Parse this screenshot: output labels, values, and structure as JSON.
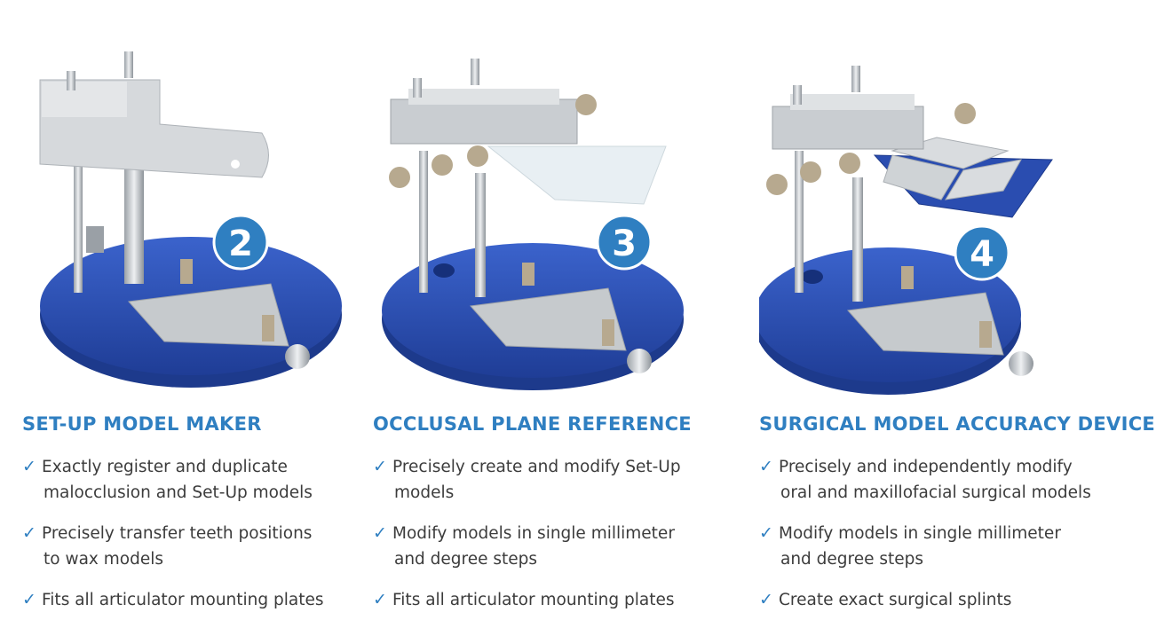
{
  "products": [
    {
      "badge": "2",
      "title": "SET-UP MODEL MAKER",
      "bullets": [
        {
          "line1": "Exactly register and duplicate",
          "line2": "malocclusion and Set-Up models"
        },
        {
          "line1": "Precisely transfer teeth positions",
          "line2": "to wax models"
        },
        {
          "line1": "Fits all articulator mounting plates",
          "line2": ""
        }
      ]
    },
    {
      "badge": "3",
      "title": "OCCLUSAL PLANE REFERENCE",
      "bullets": [
        {
          "line1": "Precisely create and modify Set-Up",
          "line2": "models"
        },
        {
          "line1": "Modify models in single millimeter",
          "line2": "and degree steps"
        },
        {
          "line1": "Fits all articulator mounting plates",
          "line2": ""
        }
      ]
    },
    {
      "badge": "4",
      "title": "SURGICAL MODEL ACCURACY DEVICE",
      "bullets": [
        {
          "line1": "Precisely and independently modify",
          "line2": "oral and maxillofacial surgical models"
        },
        {
          "line1": "Modify models in single millimeter",
          "line2": "and degree steps"
        },
        {
          "line1": "Create exact surgical splints",
          "line2": ""
        }
      ]
    }
  ],
  "check_mark": "✓",
  "colors": {
    "accent": "#2f7fc1",
    "base_blue": "#2a4db0",
    "metal": "#c9cdd1",
    "text": "#3c3c3c"
  }
}
